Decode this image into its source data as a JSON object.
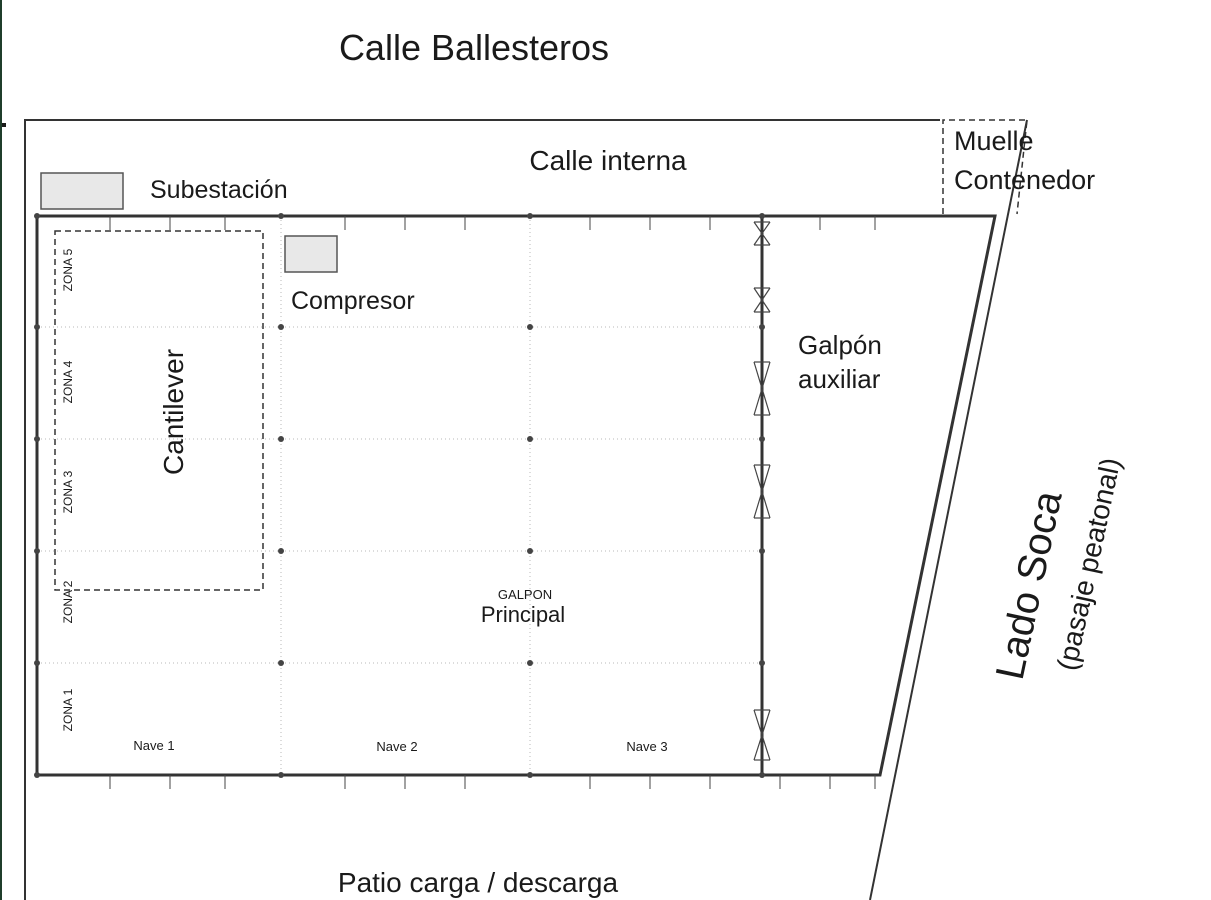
{
  "labels": {
    "street_top": "Calle Ballesteros",
    "internal_street": "Calle interna",
    "dock_line1": "Muelle",
    "dock_line2": "Contenedor",
    "substation": "Subestación",
    "compressor": "Compresor",
    "cantilever": "Cantilever",
    "aux_shed_line1": "Galpón",
    "aux_shed_line2": "auxiliar",
    "main_shed_small": "GALPON",
    "main_shed": "Principal",
    "side_line1": "Lado Soca",
    "side_line2": "(pasaje peatonal)",
    "yard": "Patio carga / descarga"
  },
  "zones": [
    "ZONA 5",
    "ZONA 4",
    "ZONA 3",
    "ZONA 2",
    "ZONA 1"
  ],
  "naves": [
    "Nave 1",
    "Nave 2",
    "Nave 3"
  ],
  "colors": {
    "line": "#333333",
    "box_fill": "#e8e8e8",
    "grid": "#b8b8b8",
    "frame_left": "#1f3d2b"
  }
}
